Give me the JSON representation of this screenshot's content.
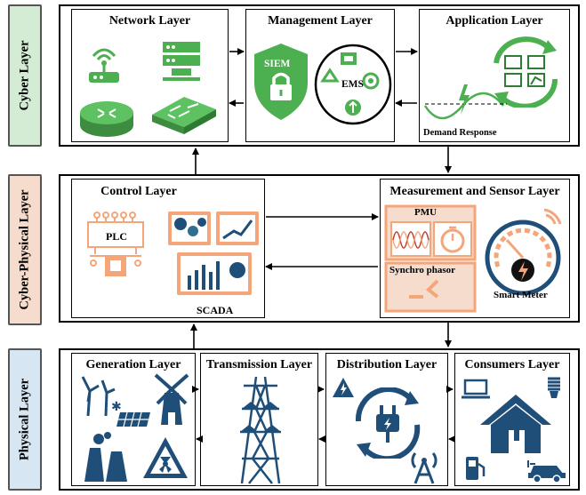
{
  "side_labels": {
    "cyber": "Cyber Layer",
    "cyber_physical": "Cyber-Physical Layer",
    "physical": "Physical Layer"
  },
  "cyber": {
    "network": "Network Layer",
    "management": "Management Layer",
    "siem": "SIEM",
    "ems": "EMS",
    "application": "Application Layer",
    "demand_response": "Demand Response"
  },
  "cyber_physical": {
    "control": "Control Layer",
    "plc": "PLC",
    "scada": "SCADA",
    "measurement": "Measurement and Sensor Layer",
    "pmu": "PMU",
    "synchrophasor": "Synchro phasor",
    "smart_meter": "Smart Meter"
  },
  "physical": {
    "generation": "Generation Layer",
    "transmission": "Transmission Layer",
    "distribution": "Distribution Layer",
    "consumers": "Consumers Layer"
  },
  "colors": {
    "cyber_fill": "#d5ecd4",
    "cyber_physical_fill": "#f6dccd",
    "physical_fill": "#d6e6f2",
    "green": "#4caf50",
    "orange": "#f4a67a",
    "navy": "#1f4e79",
    "teal": "#2f6f8f"
  },
  "icons": [
    "router-icon",
    "server-icon",
    "network-switch-icon",
    "lock-shield-icon",
    "recycle-icon",
    "gear-icon",
    "monitor-icon",
    "wave-icon",
    "stopwatch-icon",
    "gauge-icon",
    "lightning-icon",
    "wind-turbine-icon",
    "solar-panel-icon",
    "windmill-icon",
    "factory-icon",
    "nuclear-icon",
    "transmission-tower-icon",
    "plug-icon",
    "antenna-icon",
    "laptop-icon",
    "bulb-icon",
    "house-icon",
    "fuel-pump-icon",
    "car-icon"
  ]
}
